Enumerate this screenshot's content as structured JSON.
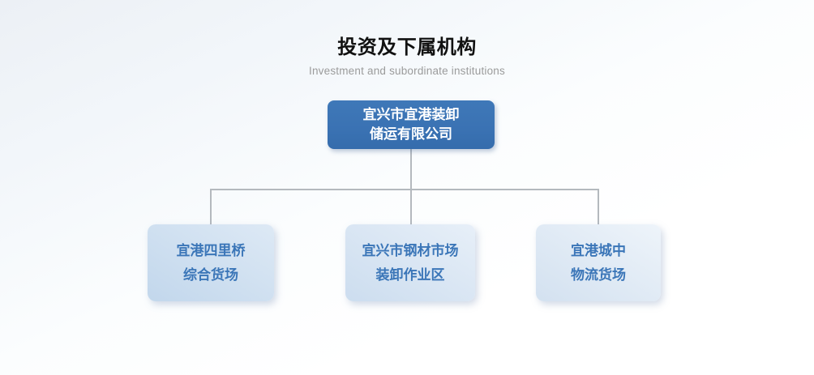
{
  "page": {
    "title": "投资及下属机构",
    "subtitle": "Investment and subordinate institutions"
  },
  "org": {
    "root": {
      "lines": [
        "宜兴市宜港装卸",
        "储运有限公司"
      ]
    },
    "children": [
      {
        "lines": [
          "宜港四里桥",
          "综合货场"
        ]
      },
      {
        "lines": [
          "宜兴市钢材市场",
          "装卸作业区"
        ]
      },
      {
        "lines": [
          "宜港城中",
          "物流货场"
        ]
      }
    ],
    "colors": {
      "root_bg": "#3a72b3",
      "root_text": "#ffffff",
      "child_bg_dark": "#c2d7ec",
      "child_bg_light": "#eef4fa",
      "child_text": "#3b76b8",
      "connector": "#b4b9be",
      "title_text": "#111111",
      "subtitle_text": "#9b9b9b"
    }
  }
}
